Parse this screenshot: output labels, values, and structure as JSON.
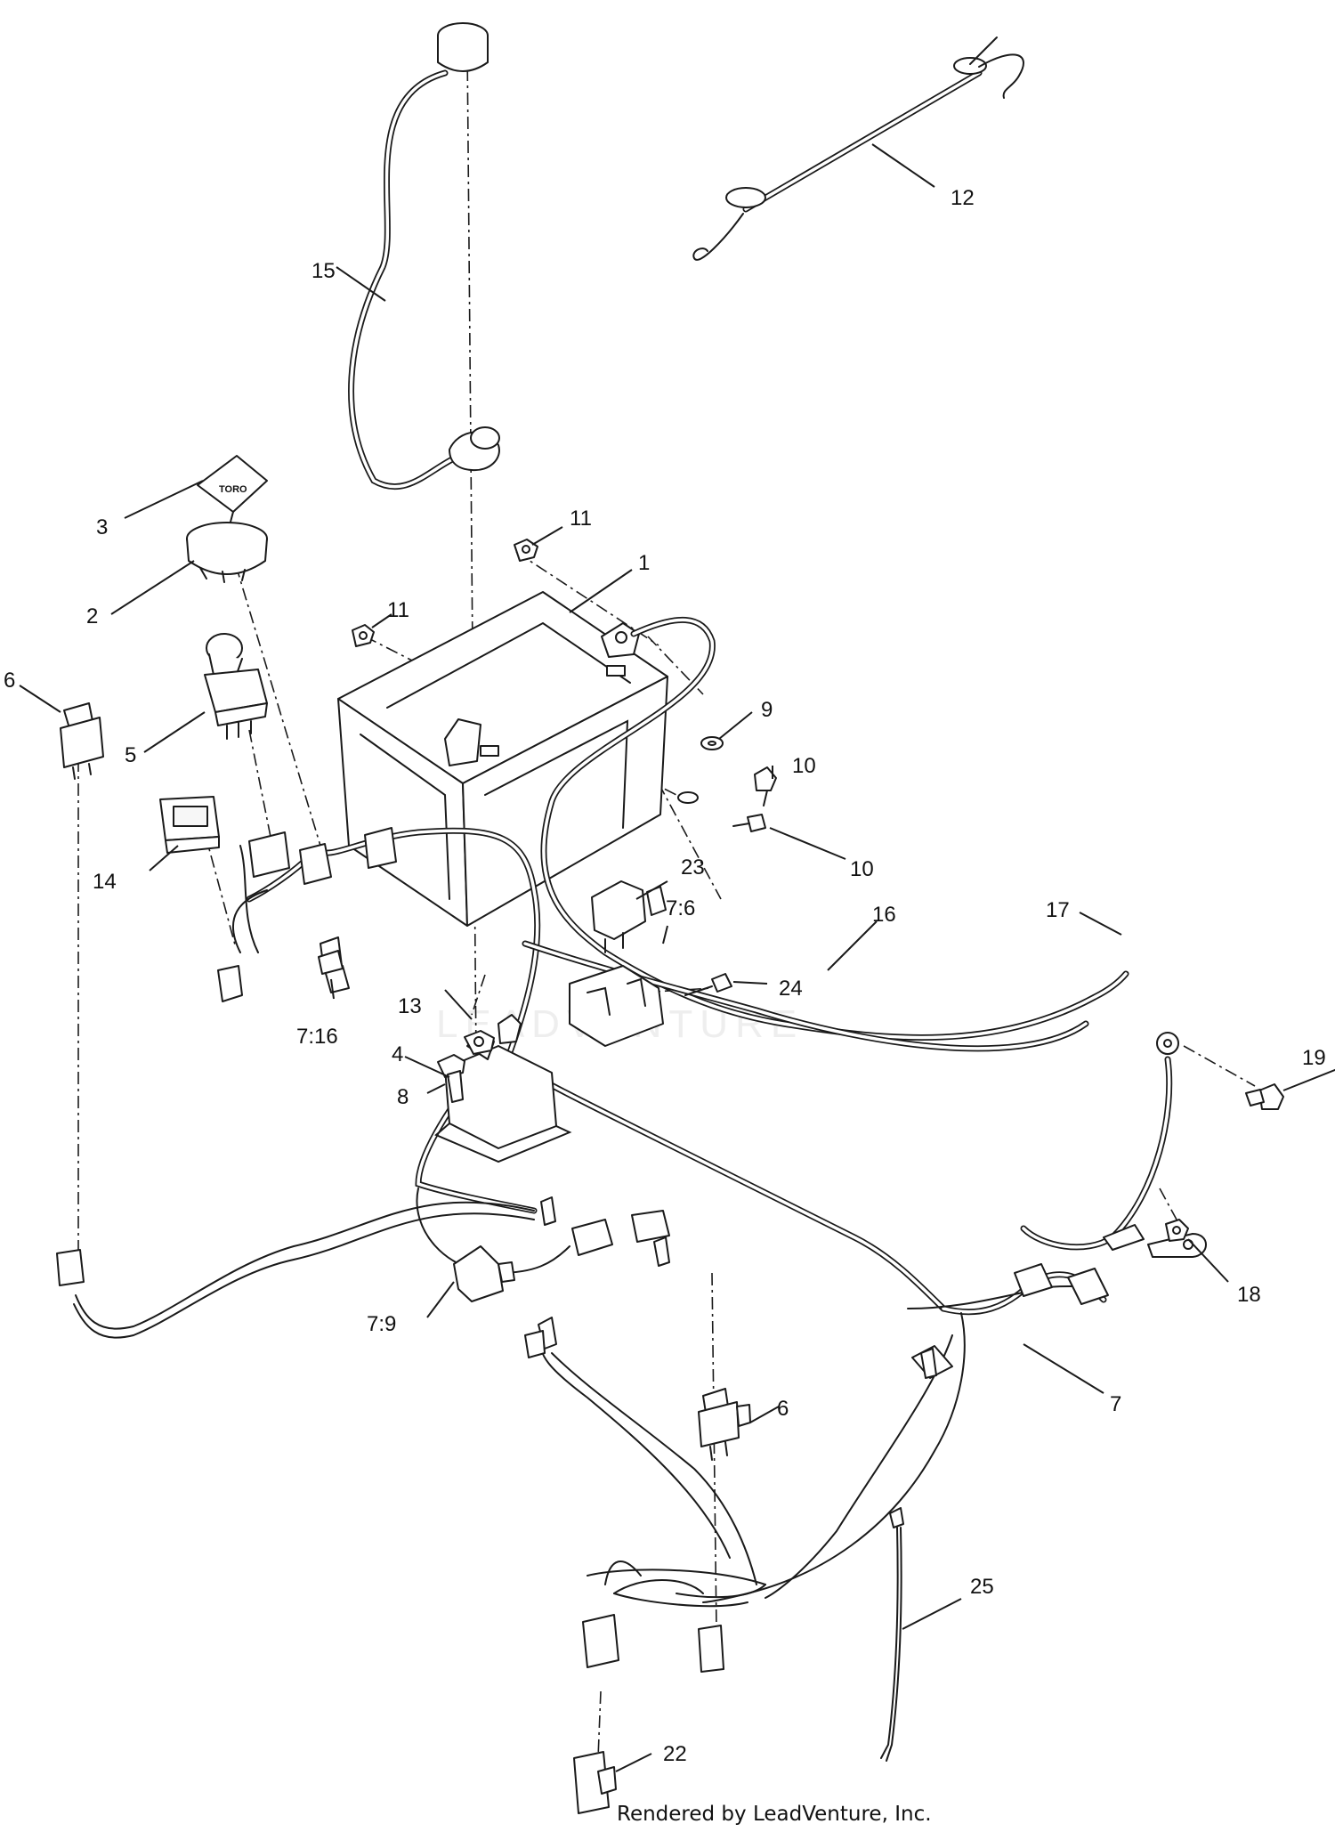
{
  "diagram": {
    "watermark": "LEADVENTURE",
    "credit": "Rendered by LeadVenture, Inc.",
    "key_brand": "TORO",
    "callouts": [
      {
        "id": "c1",
        "label": "1"
      },
      {
        "id": "c2",
        "label": "2"
      },
      {
        "id": "c3",
        "label": "3"
      },
      {
        "id": "c4",
        "label": "4"
      },
      {
        "id": "c5",
        "label": "5"
      },
      {
        "id": "c6a",
        "label": "6"
      },
      {
        "id": "c6b",
        "label": "6"
      },
      {
        "id": "c7",
        "label": "7"
      },
      {
        "id": "c7-6",
        "label": "7:6"
      },
      {
        "id": "c7-9",
        "label": "7:9"
      },
      {
        "id": "c7-16",
        "label": "7:16"
      },
      {
        "id": "c8",
        "label": "8"
      },
      {
        "id": "c9",
        "label": "9"
      },
      {
        "id": "c10a",
        "label": "10"
      },
      {
        "id": "c10b",
        "label": "10"
      },
      {
        "id": "c11a",
        "label": "11"
      },
      {
        "id": "c11b",
        "label": "11"
      },
      {
        "id": "c12",
        "label": "12"
      },
      {
        "id": "c13",
        "label": "13"
      },
      {
        "id": "c14",
        "label": "14"
      },
      {
        "id": "c15",
        "label": "15"
      },
      {
        "id": "c16",
        "label": "16"
      },
      {
        "id": "c17",
        "label": "17"
      },
      {
        "id": "c18",
        "label": "18"
      },
      {
        "id": "c19",
        "label": "19"
      },
      {
        "id": "c22",
        "label": "22"
      },
      {
        "id": "c23",
        "label": "23"
      },
      {
        "id": "c24",
        "label": "24"
      },
      {
        "id": "c25",
        "label": "25"
      }
    ]
  }
}
